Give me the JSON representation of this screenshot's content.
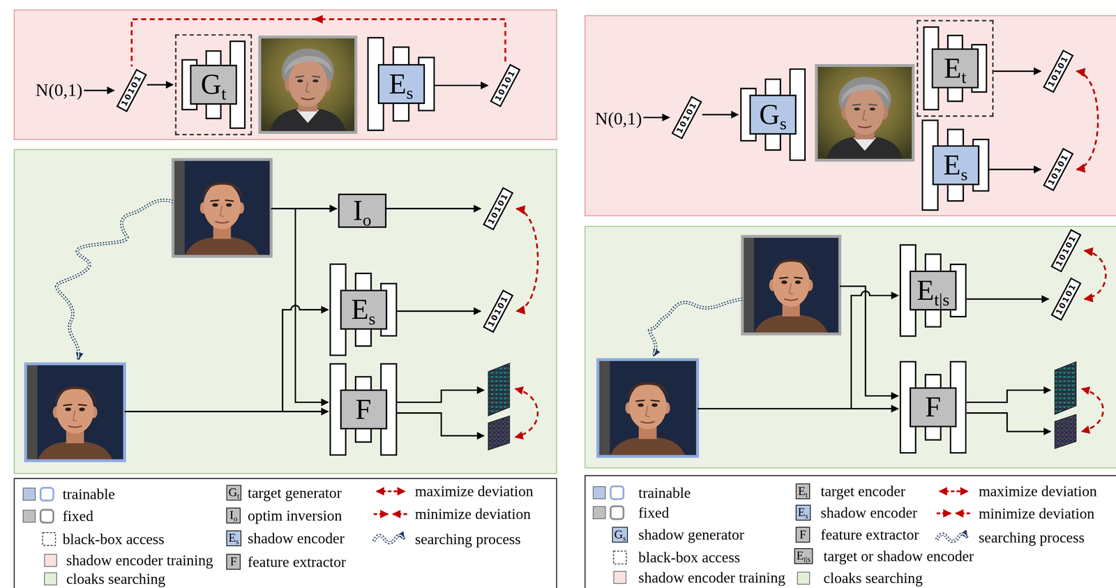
{
  "diagram": {
    "nodes": [
      {
        "text": [
          "N(0,1)"
        ]
      },
      {
        "text": [
          "10101"
        ]
      },
      {
        "text": [
          "Gt"
        ]
      },
      {
        "text": [
          "Es"
        ]
      },
      {
        "text": [
          "10101"
        ]
      },
      {
        "text": [
          "Io"
        ]
      },
      {
        "text": [
          "10101"
        ]
      },
      {
        "text": [
          "Es"
        ]
      },
      {
        "text": [
          "10101"
        ]
      },
      {
        "text": [
          "F"
        ]
      },
      {
        "text": [
          "N(0,1)"
        ]
      },
      {
        "text": [
          "10101"
        ]
      },
      {
        "text": [
          "Gs"
        ]
      },
      {
        "text": [
          "Et"
        ]
      },
      {
        "text": [
          "10101"
        ]
      },
      {
        "text": [
          "Es"
        ]
      },
      {
        "text": [
          "10101"
        ]
      },
      {
        "text": [
          "Et|s"
        ]
      },
      {
        "text": [
          "10101"
        ]
      },
      {
        "text": [
          "10101"
        ]
      },
      {
        "text": [
          "F"
        ]
      }
    ],
    "edges": [
      {
        "from": 0,
        "to": 1,
        "arrow": "to"
      },
      {
        "from": 1,
        "to": 2,
        "arrow": "to"
      },
      {
        "from": 3,
        "to": 4,
        "arrow": "to"
      },
      {
        "from": 4,
        "to": 1,
        "arrow": "to"
      },
      {
        "from": 5,
        "to": 6,
        "arrow": "to"
      },
      {
        "from": 7,
        "to": 8,
        "arrow": "to"
      },
      {
        "from": 6,
        "to": 8,
        "arrow": "both"
      },
      {
        "from": 10,
        "to": 11,
        "arrow": "to"
      },
      {
        "from": 11,
        "to": 12,
        "arrow": "to"
      },
      {
        "from": 13,
        "to": 14,
        "arrow": "to"
      },
      {
        "from": 15,
        "to": 16,
        "arrow": "to"
      },
      {
        "from": 14,
        "to": 16,
        "arrow": "both"
      },
      {
        "from": 17,
        "to": 19,
        "arrow": "to"
      },
      {
        "from": 18,
        "to": 19,
        "arrow": "both"
      }
    ],
    "labels": [
      "Gt",
      "Io",
      "Es",
      "F",
      "Gs",
      "Et",
      "Es",
      "F",
      "Et|s"
    ],
    "legend": [
      {
        "text": "trainable",
        "color": "#b4c7e7"
      },
      {
        "text": "fixed",
        "color": "#bfbfbf"
      },
      {
        "text": "black-box access"
      },
      {
        "text": "shadow encoder training",
        "color": "#fbe1e1"
      },
      {
        "text": "cloaks searching",
        "color": "#e2efd9"
      },
      {
        "text": "target generator"
      },
      {
        "text": "optim inversion"
      },
      {
        "text": "shadow encoder"
      },
      {
        "text": "feature extractor"
      },
      {
        "text": "maximize deviation"
      },
      {
        "text": "minimize deviation"
      },
      {
        "text": "searching process"
      },
      {
        "text": "trainable",
        "color": "#b4c7e7"
      },
      {
        "text": "fixed",
        "color": "#bfbfbf"
      },
      {
        "text": "shadow generator"
      },
      {
        "text": "black-box access"
      },
      {
        "text": "shadow encoder training",
        "color": "#fbe1e1"
      },
      {
        "text": "target encoder"
      },
      {
        "text": "shadow encoder"
      },
      {
        "text": "feature extractor"
      },
      {
        "text": "target or shadow encoder"
      },
      {
        "text": "cloaks searching",
        "color": "#e2efd9"
      },
      {
        "text": "maximize deviation"
      },
      {
        "text": "minimize deviation"
      },
      {
        "text": "searching process"
      }
    ]
  }
}
